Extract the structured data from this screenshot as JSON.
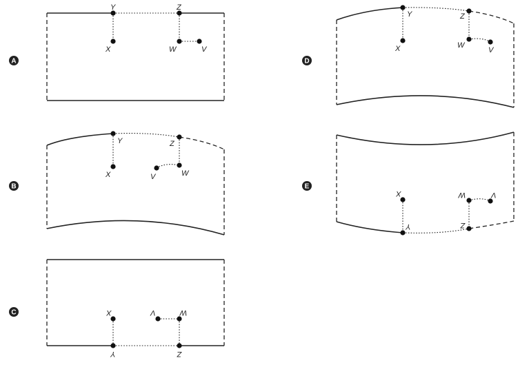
{
  "panels": [
    {
      "id": "A",
      "badge": "A",
      "labels": {
        "X": "X",
        "Y": "Y",
        "Z": "Z",
        "W": "W",
        "V": "V"
      }
    },
    {
      "id": "B",
      "badge": "B",
      "labels": {
        "X": "X",
        "Y": "Y",
        "Z": "Z",
        "W": "W",
        "V": "V"
      }
    },
    {
      "id": "C",
      "badge": "C",
      "labels": {
        "X": "X",
        "Y": "Y",
        "Z": "Z",
        "W": "W",
        "V": "V"
      }
    },
    {
      "id": "D",
      "badge": "D",
      "labels": {
        "X": "X",
        "Y": "Y",
        "Z": "Z",
        "W": "W",
        "V": "V"
      }
    },
    {
      "id": "E",
      "badge": "E",
      "labels": {
        "X": "X",
        "Y": "Y",
        "Z": "Z",
        "W": "W",
        "V": "V"
      }
    }
  ]
}
